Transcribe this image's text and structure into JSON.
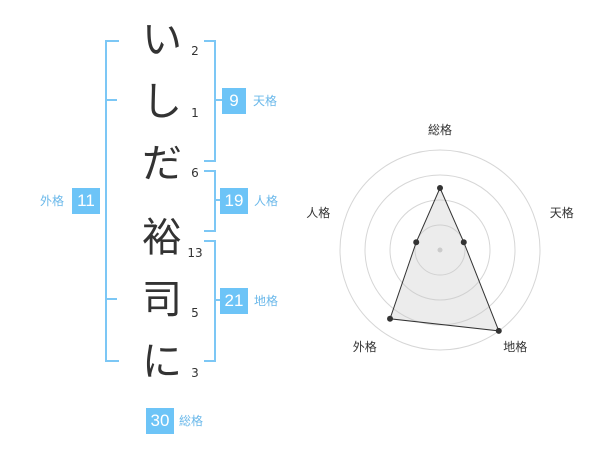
{
  "name_chars": [
    {
      "char": "い",
      "strokes": "2"
    },
    {
      "char": "し",
      "strokes": "1"
    },
    {
      "char": "だ",
      "strokes": "6"
    },
    {
      "char": "裕",
      "strokes": "13"
    },
    {
      "char": "司",
      "strokes": "5"
    },
    {
      "char": "に",
      "strokes": "3"
    }
  ],
  "fortune": {
    "tenkaku": {
      "label": "天格",
      "value": "9"
    },
    "jinkaku": {
      "label": "人格",
      "value": "19"
    },
    "chikaku": {
      "label": "地格",
      "value": "21"
    },
    "gaikaku": {
      "label": "外格",
      "value": "11"
    },
    "soukaku": {
      "label": "総格",
      "value": "30"
    }
  },
  "colors": {
    "accent": "#6dc4f7",
    "bracket": "#7cc7f5"
  },
  "chart_data": {
    "type": "radar",
    "axes": [
      "総格",
      "天格",
      "地格",
      "外格",
      "人格"
    ],
    "values": [
      30,
      9,
      21,
      11,
      19
    ],
    "point_levels": [
      0.62,
      0.25,
      1.0,
      0.85,
      0.25
    ],
    "rings": 4,
    "grid": true
  }
}
